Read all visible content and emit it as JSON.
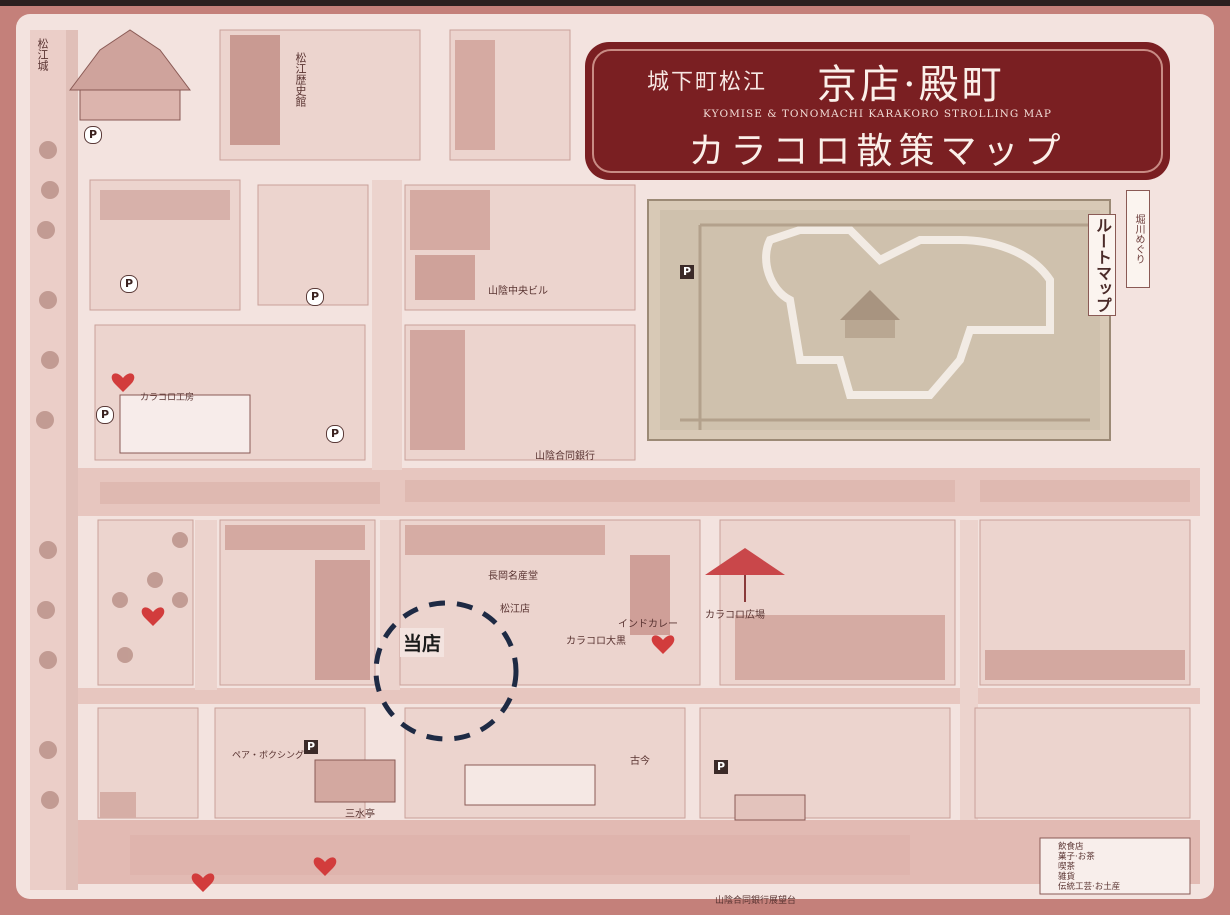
{
  "title": {
    "prefix": "城下町松江",
    "main": "京店·殿町",
    "english": "KYOMISE & TONOMACHI KARAKORO STROLLING MAP",
    "subtitle": "カラコロ散策マップ"
  },
  "route_map": {
    "label": "ルートマップ",
    "side_label": "堀川めぐり"
  },
  "highlight": {
    "label": "当店"
  },
  "places": {
    "matsue_history": "松江歴史館",
    "sanin_chuo": "山陰中央ビル",
    "nagata_meisan": "長岡名産堂",
    "karakoro_hiroba": "カラコロ広場",
    "karakoro_kobo": "カラコロ工房",
    "karakoro_daikoku": "カラコロ大黒",
    "matsue_shoten": "松江店",
    "indo_curry": "インドカレー",
    "kokyo": "古今",
    "mizu": "三水亭",
    "sanin_godo": "山陰合同銀行",
    "matsue_castle": "松江城",
    "pedestrian": "ペア・ボクシング"
  },
  "legend": {
    "items": [
      "飲食店",
      "菓子·お茶",
      "喫茶",
      "雑貨",
      "伝統工芸·お土産"
    ]
  },
  "footer": {
    "bank": "山陰合同銀行展望台"
  },
  "colors": {
    "paper": "#f3e3df",
    "frame": "#c4807a",
    "road": "#e7c6bf",
    "block": "#e9cfc9",
    "ink": "#5a3432",
    "title_bg": "#7a1f22",
    "heart": "#d23c3c"
  }
}
